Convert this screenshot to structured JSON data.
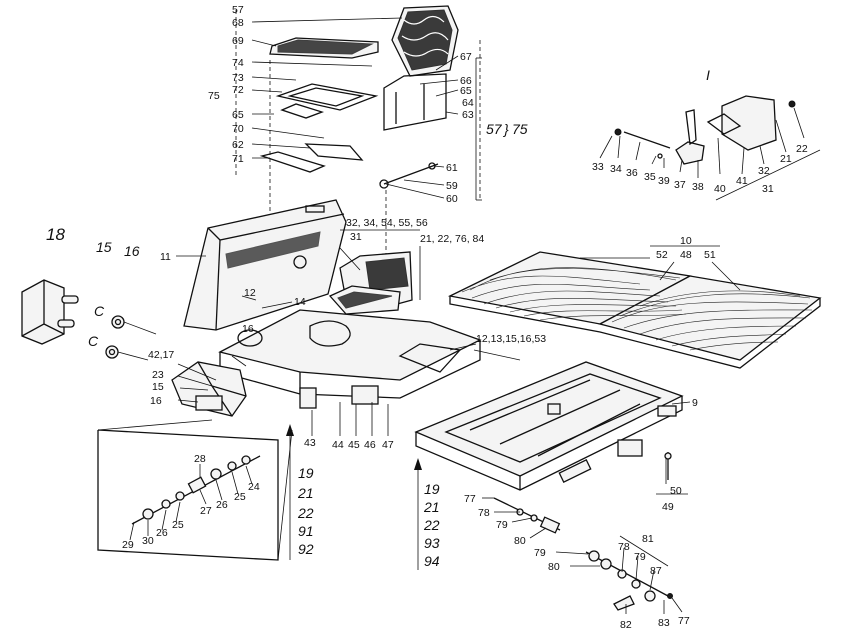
{
  "labels": {
    "l57": "57",
    "l68": "68",
    "l69": "69",
    "l74": "74",
    "l73": "73",
    "l72": "72",
    "l75": "75",
    "l65": "65",
    "l70": "70",
    "l62": "62",
    "l71": "71",
    "l67": "67",
    "l66": "66",
    "l65b": "65",
    "l64": "64",
    "l63": "63",
    "l61": "61",
    "l59": "59",
    "l60": "60",
    "l57_75": "57",
    "l75b": "75",
    "roman": "I",
    "l22": "22",
    "l33": "33",
    "l34": "34",
    "l36": "36",
    "l35": "35",
    "l39": "39",
    "l37": "37",
    "l38": "38",
    "l40": "40",
    "l41": "41",
    "l32": "32",
    "l21": "21",
    "l31": "31",
    "l32grp": "32, 34, 54, 55, 56",
    "l21grp": "21, 22, 76, 84",
    "l10": "10",
    "l52": "52",
    "l48": "48",
    "l51": "51",
    "l18": "18",
    "l15": "15",
    "l16": "16",
    "l11": "11",
    "l31b": "31",
    "l12": "12",
    "l14": "14",
    "l16b": "16",
    "l42": "42,17",
    "l23": "23",
    "l15b": "15",
    "l16c": "16",
    "l12grp": "12,13,15,16,53",
    "l9": "9",
    "l43": "43",
    "l44": "44",
    "l45": "45",
    "l46": "46",
    "l47": "47",
    "l28": "28",
    "l27": "27",
    "l26": "26",
    "l25": "25",
    "l24": "24",
    "l29": "29",
    "l30": "30",
    "l26b": "26",
    "l25b": "25",
    "stack1": [
      "19",
      "21",
      "22",
      "91",
      "92"
    ],
    "stack2": [
      "19",
      "21",
      "22",
      "93",
      "94"
    ],
    "l77": "77",
    "l78": "78",
    "l79": "79",
    "l80": "80",
    "l79b": "79",
    "l80b": "80",
    "l81": "81",
    "l78b": "78",
    "l79c": "79",
    "l87": "87",
    "l82": "82",
    "l83": "83",
    "l77b": "77",
    "l50": "50",
    "l49": "49"
  }
}
